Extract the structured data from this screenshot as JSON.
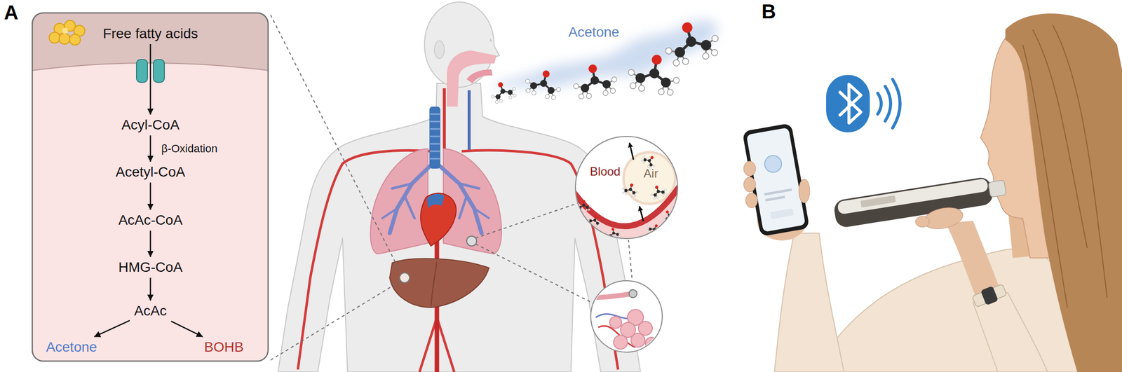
{
  "diagram": {
    "nodes": [
      {
        "text": [
          "Free fatty acids"
        ]
      },
      {
        "text": [
          "Acyl-CoA"
        ]
      },
      {
        "text": [
          "Acetyl-CoA"
        ]
      },
      {
        "text": [
          "AcAc-CoA"
        ]
      },
      {
        "text": [
          "HMG-CoA"
        ]
      },
      {
        "text": [
          "AcAc"
        ]
      },
      {
        "text": [
          "Acetone"
        ]
      },
      {
        "text": [
          "BOHB"
        ]
      },
      {
        "text": [
          "Blood",
          "Air"
        ]
      }
    ],
    "edges": [
      {
        "from": 0,
        "to": 1,
        "arrow": "to"
      },
      {
        "from": 1,
        "to": 2,
        "label": "β-Oxidation",
        "arrow": "to"
      },
      {
        "from": 2,
        "to": 3,
        "arrow": "to"
      },
      {
        "from": 3,
        "to": 4,
        "arrow": "to"
      },
      {
        "from": 4,
        "to": 5,
        "arrow": "to"
      },
      {
        "from": 5,
        "to": 6,
        "arrow": "to"
      },
      {
        "from": 5,
        "to": 7,
        "arrow": "to"
      }
    ],
    "labels": [
      "A",
      "Acetone",
      "B"
    ]
  }
}
